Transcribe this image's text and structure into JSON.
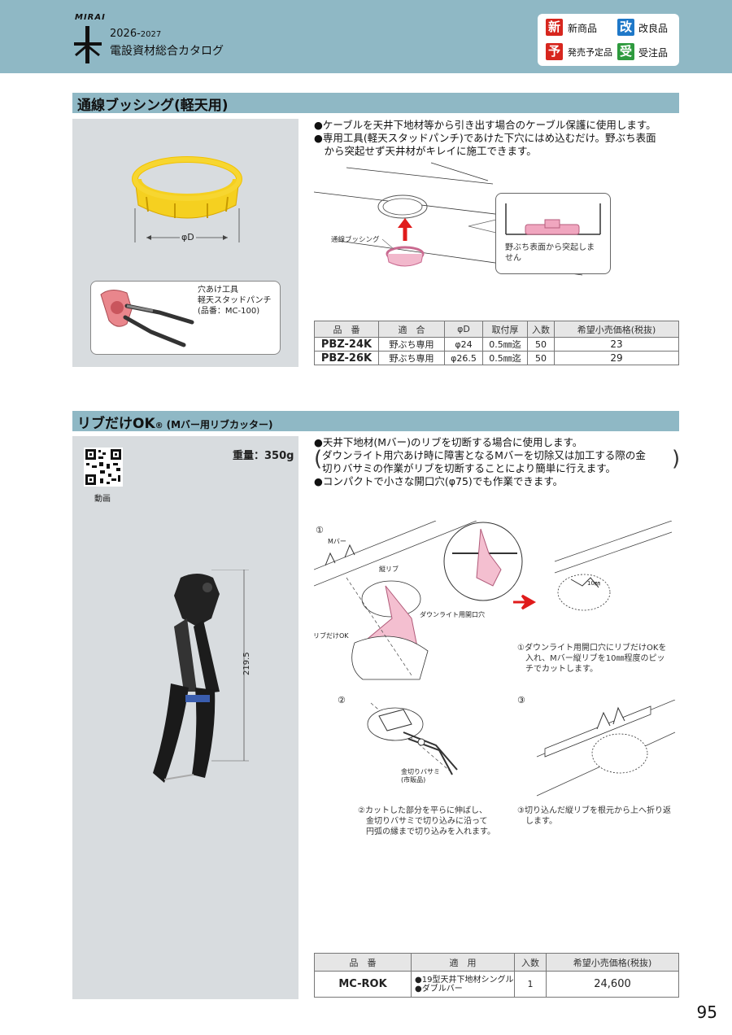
{
  "header": {
    "brand": "MIRAI",
    "year_main": "2026-",
    "year_small": "2027",
    "catalog_title": "電設資材総合カタログ",
    "legend": [
      {
        "badge": "新",
        "label": "新商品",
        "color": "#d7261e"
      },
      {
        "badge": "改",
        "label": "改良品",
        "color": "#1f78c8"
      },
      {
        "badge": "予",
        "label": "発売予定品",
        "color": "#d7261e"
      },
      {
        "badge": "受",
        "label": "受注品",
        "color": "#2e9a3e"
      }
    ]
  },
  "section1": {
    "title": "通線ブッシング(軽天用)",
    "diameter_label": "φD",
    "tool_note": {
      "line1": "穴あけ工具",
      "line2": "軽天スタッドパンチ",
      "line3": "(品番：MC-100)"
    },
    "bullets": [
      "●ケーブルを天井下地材等から引き出す場合のケーブル保護に使用します。",
      "●専用工具(軽天スタッドパンチ)であけた下穴にはめ込むだけ。野ぶち表面",
      "　から突起せず天井材がキレイに施工できます。"
    ],
    "diagram_label": "通線ブッシング",
    "callout": {
      "line1": "野ぶち表面から突起しま",
      "line2": "せん"
    },
    "table": {
      "headers": [
        "品　番",
        "適　合",
        "φD",
        "取付厚",
        "入数",
        "希望小売価格(税抜)"
      ],
      "rows": [
        [
          "PBZ-24K",
          "野ぶち専用",
          "φ24",
          "0.5㎜迄",
          "50",
          "23"
        ],
        [
          "PBZ-26K",
          "野ぶち専用",
          "φ26.5",
          "0.5㎜迄",
          "50",
          "29"
        ]
      ]
    }
  },
  "section2": {
    "title": "リブだけOK",
    "title_mark": "®",
    "title_sub": "(Mバー用リブカッター)",
    "qr_caption": "動画",
    "weight": "重量：350g",
    "dimension": "219.5",
    "bullets": [
      "●天井下地材(Mバー)のリブを切断する場合に使用します。",
      "ダウンライト用穴あけ時に障害となるMバーを切除又は加工する際の金",
      "切りバサミの作業がリブを切断することにより簡単に行えます。",
      "●コンパクトで小さな開口穴(φ75)でも作業できます。"
    ],
    "steps": {
      "s1_num": "①",
      "s1_labels": {
        "mbar": "Mバー",
        "rib": "縦リブ",
        "hole": "ダウンライト用開口穴",
        "tool": "リブだけOK",
        "dim": "10㎜"
      },
      "s1_text": [
        "①ダウンライト用開口穴にリブだけOKを",
        "入れ、Mバー縦リブを10㎜程度のピッ",
        "チでカットします。"
      ],
      "s2_num": "②",
      "s2_label": [
        "金切りバサミ",
        "(市販品)"
      ],
      "s2_text": [
        "②カットした部分を平らに伸ばし、",
        "金切りバサミで切り込みに沿って",
        "円弧の縁まで切り込みを入れます。"
      ],
      "s3_num": "③",
      "s3_text": [
        "③切り込んだ縦リブを根元から上へ折り返",
        "します。"
      ]
    },
    "table": {
      "headers": [
        "品　番",
        "適　用",
        "入数",
        "希望小売価格(税抜)"
      ],
      "rows": [
        {
          "pn": "MC-ROK",
          "use1": "●19型天井下地材シングル",
          "use2": "●ダブルバー",
          "qty": "1",
          "price": "24,600"
        }
      ]
    }
  },
  "page_number": "95"
}
